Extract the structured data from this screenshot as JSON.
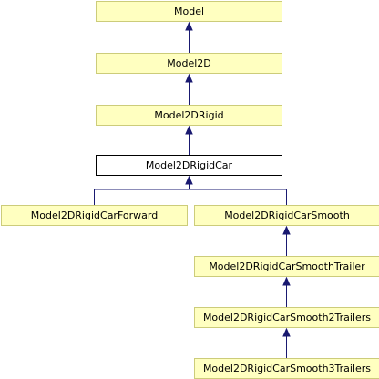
{
  "diagram": {
    "nodes": {
      "model": "Model",
      "model2d": "Model2D",
      "model2drigid": "Model2DRigid",
      "model2drigidcar": "Model2DRigidCar",
      "forward": "Model2DRigidCarForward",
      "smooth": "Model2DRigidCarSmooth",
      "trailer": "Model2DRigidCarSmoothTrailer",
      "two_trailers": "Model2DRigidCarSmooth2Trailers",
      "three_trailers": "Model2DRigidCarSmooth3Trailers"
    },
    "edges": [
      {
        "from": "model2d",
        "to": "model"
      },
      {
        "from": "model2drigid",
        "to": "model2d"
      },
      {
        "from": "model2drigidcar",
        "to": "model2drigid"
      },
      {
        "from": "forward",
        "to": "model2drigidcar"
      },
      {
        "from": "smooth",
        "to": "model2drigidcar"
      },
      {
        "from": "trailer",
        "to": "smooth"
      },
      {
        "from": "two_trailers",
        "to": "trailer"
      },
      {
        "from": "three_trailers",
        "to": "two_trailers"
      }
    ],
    "colors": {
      "node_fill": "#ffffc0",
      "node_border": "#cccc7a",
      "current_fill": "#ffffff",
      "current_border": "#000000",
      "edge": "#191970"
    }
  }
}
